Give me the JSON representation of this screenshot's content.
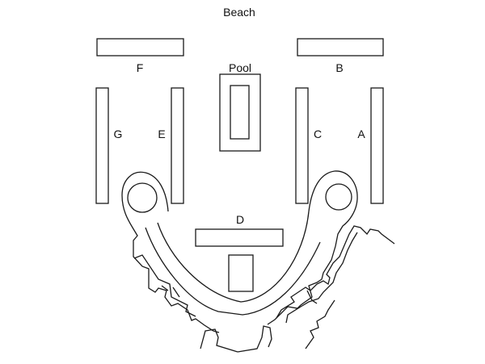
{
  "header": {
    "title": "Beach"
  },
  "buildings": {
    "a": "A",
    "b": "B",
    "c": "C",
    "d": "D",
    "e": "E",
    "f": "F",
    "g": "G"
  },
  "pool": {
    "label": "Pool"
  },
  "colors": {
    "line": "#1a1a1a",
    "background": "#ffffff"
  }
}
